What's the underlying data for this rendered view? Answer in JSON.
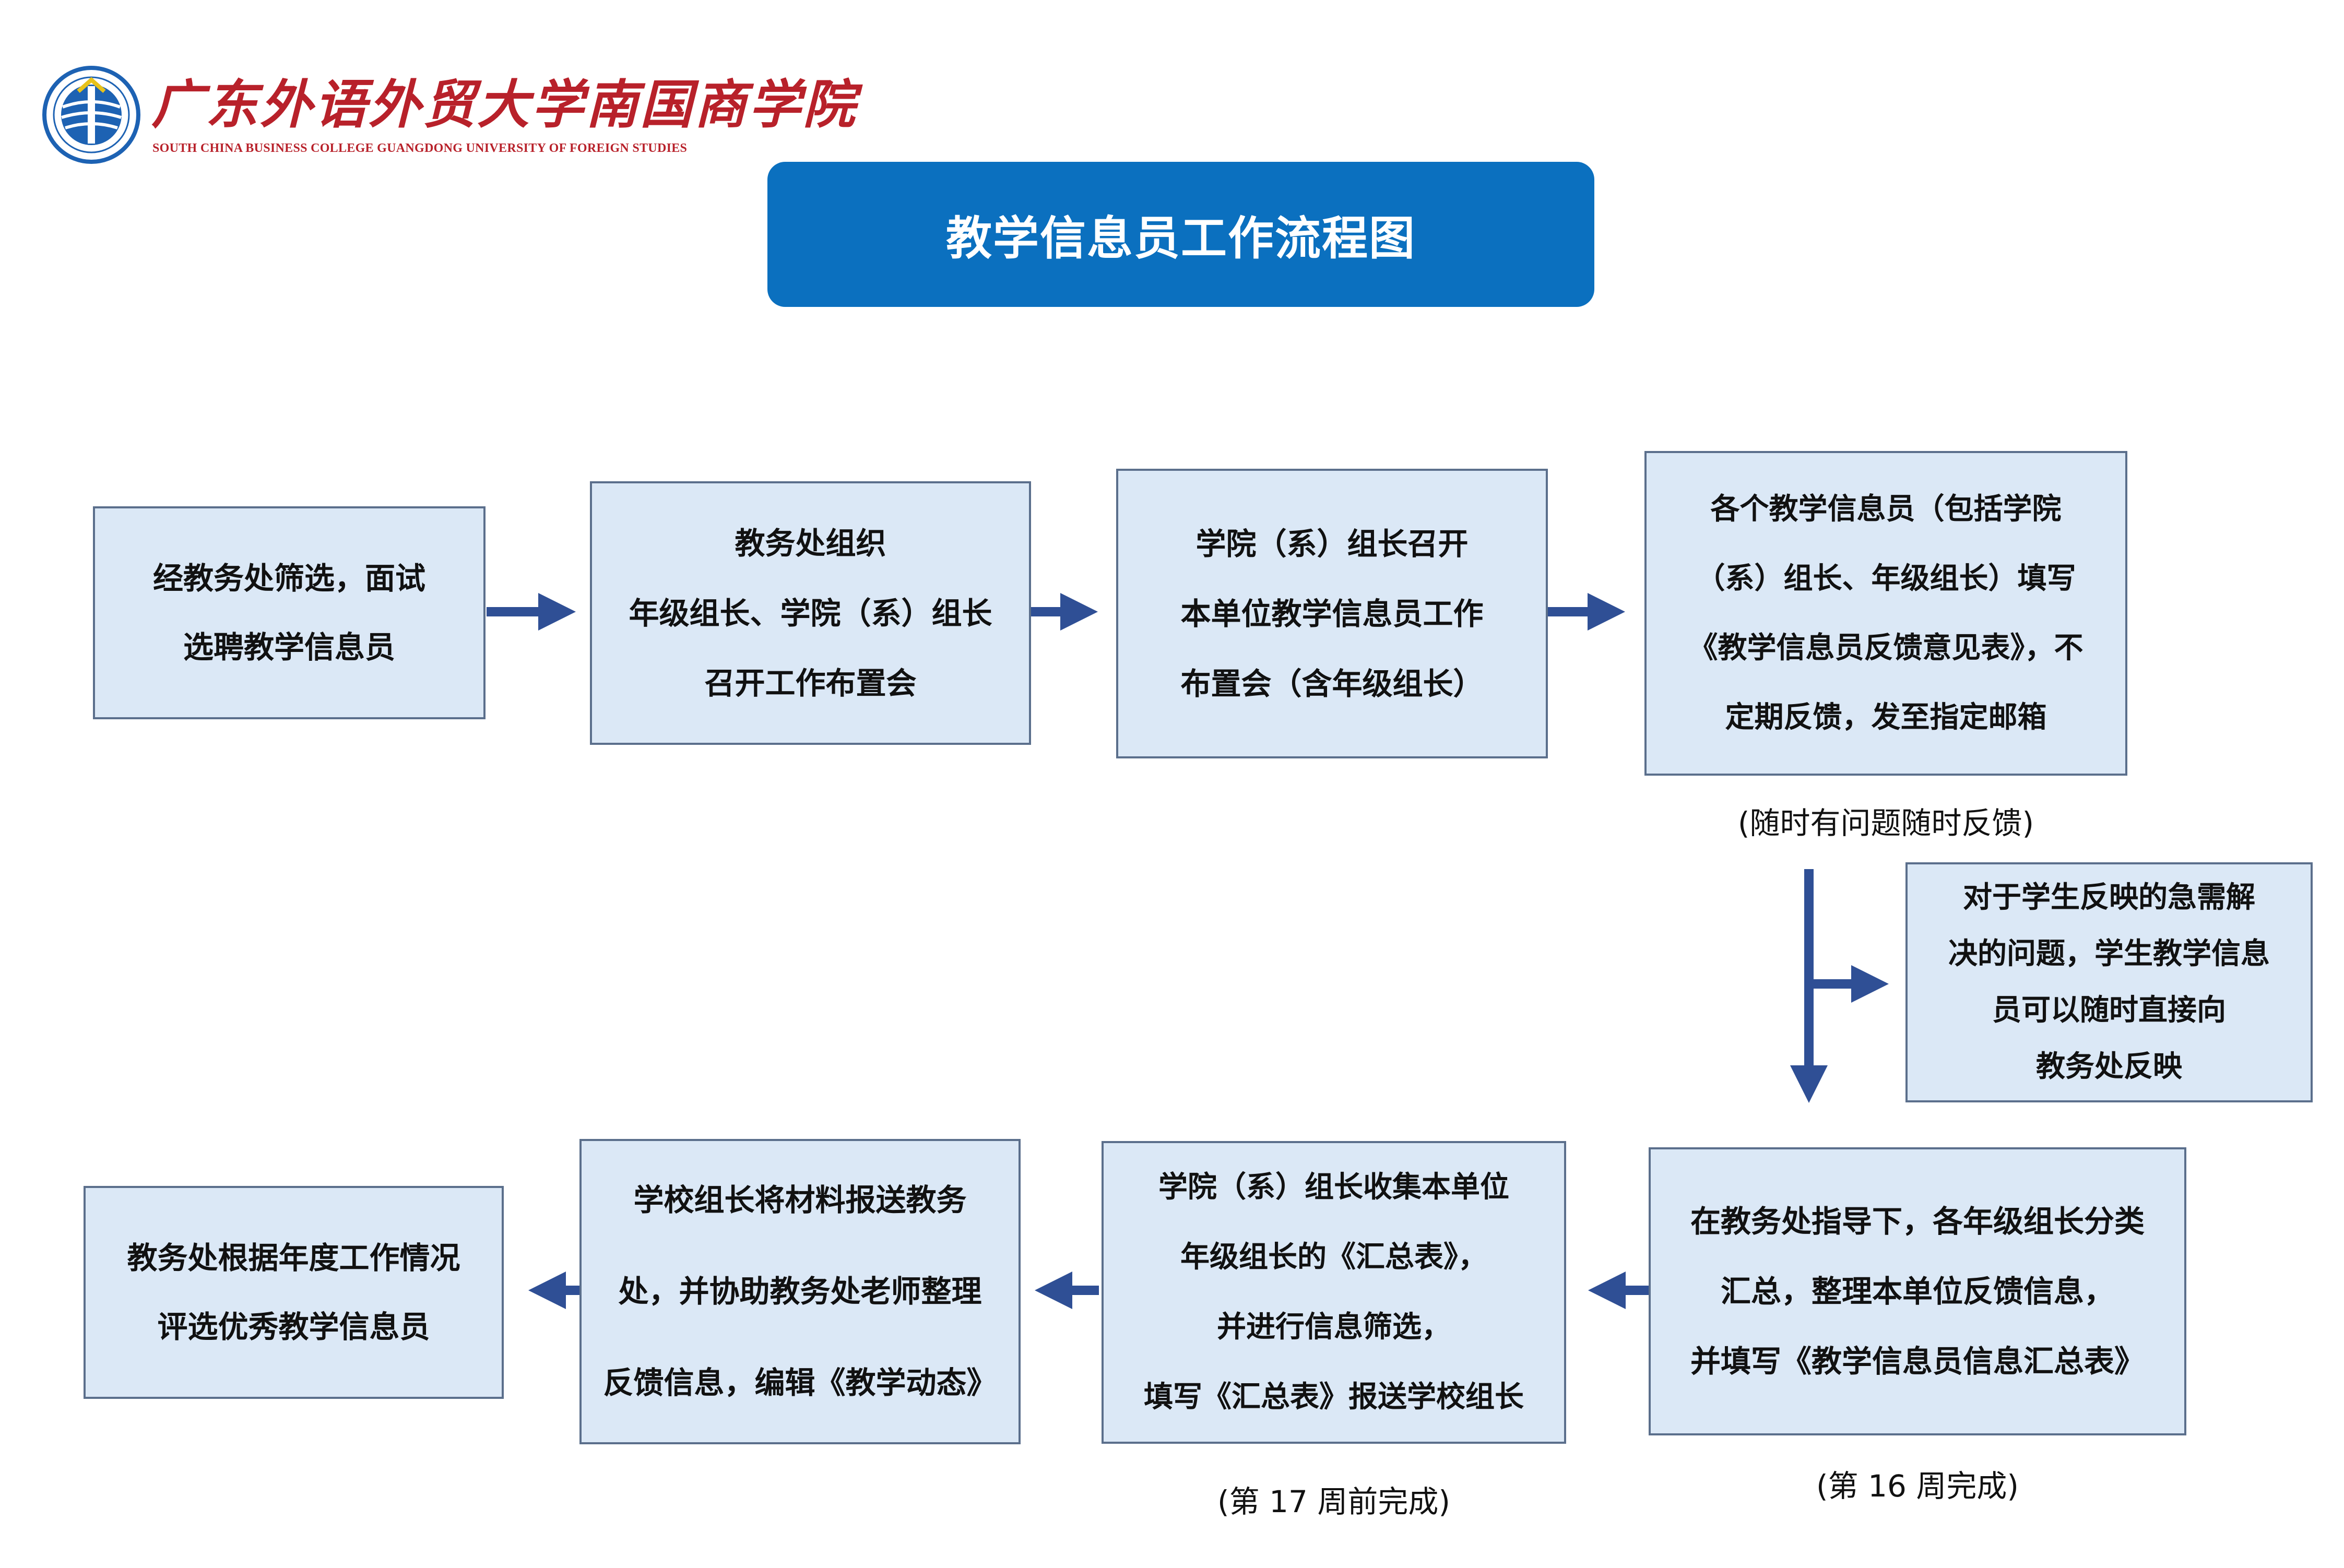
{
  "logo": {
    "name_cn": "广东外语外贸大学南国商学院",
    "name_en": "SOUTH CHINA BUSINESS COLLEGE GUANGDONG UNIVERSITY OF FOREIGN STUDIES"
  },
  "title": "教学信息员工作流程图",
  "steps": [
    {
      "lines": [
        "经教务处筛选，面试",
        "选聘教学信息员"
      ]
    },
    {
      "lines": [
        "教务处组织",
        "年级组长、学院（系）组长",
        "召开工作布置会"
      ]
    },
    {
      "lines": [
        "学院（系）组长召开",
        "本单位教学信息员工作",
        "布置会（含年级组长）"
      ]
    },
    {
      "lines": [
        "各个教学信息员（包括学院",
        "（系）组长、年级组长）填写",
        "《教学信息员反馈意见表》，不",
        "定期反馈，发至指定邮箱"
      ]
    },
    {
      "lines": [
        "对于学生反映的急需解",
        "决的问题，学生教学信息",
        "员可以随时直接向",
        "教务处反映"
      ]
    },
    {
      "lines": [
        "在教务处指导下，各年级组长分类",
        "汇总，整理本单位反馈信息，",
        "并填写《教学信息员信息汇总表》"
      ]
    },
    {
      "lines": [
        "学院（系）组长收集本单位",
        "年级组长的《汇总表》，",
        "并进行信息筛选，",
        "填写《汇总表》报送学校组长"
      ]
    },
    {
      "lines": [
        "学校组长将材料报送教务",
        "处，并协助教务处老师整理",
        "反馈信息，编辑《教学动态》"
      ]
    },
    {
      "lines": [
        "教务处根据年度工作情况",
        "评选优秀教学信息员"
      ]
    }
  ],
  "notes": {
    "anytime": "(随时有问题随时反馈)",
    "week16": "(第 16 周完成)",
    "week17": "(第 17 周前完成)"
  },
  "colors": {
    "title_bg": "#0b70bf",
    "box_fill": "#dbe8f6",
    "box_border": "#5b6f8c",
    "arrow": "#2f4f95",
    "logo": "#b8212a"
  }
}
